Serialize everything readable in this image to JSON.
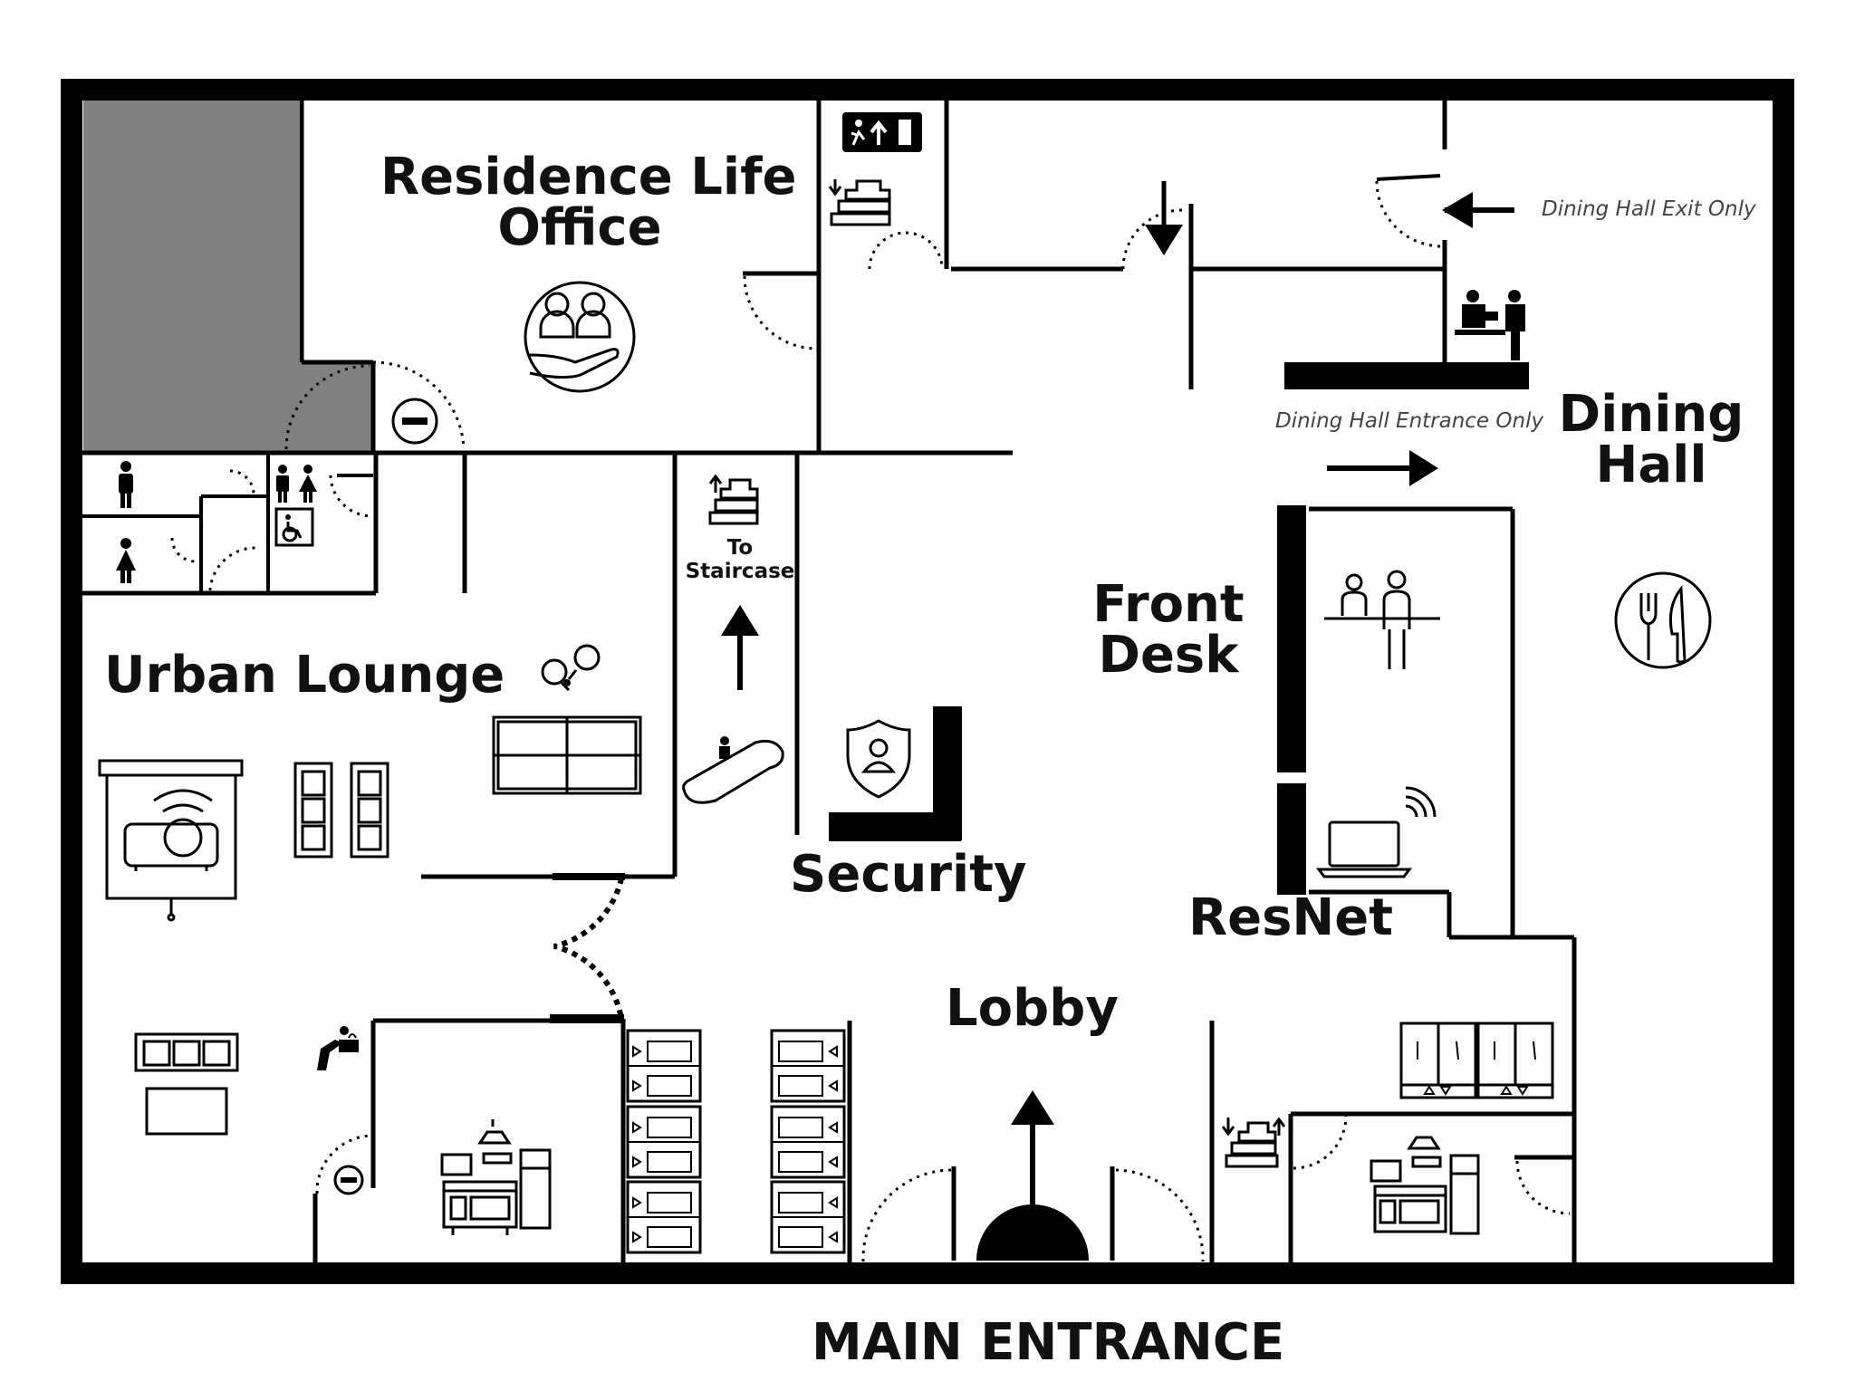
{
  "map": {
    "title": "MAIN ENTRANCE",
    "rooms": {
      "residence_life_office": "Residence Life\nOffice",
      "dining_hall": "Dining\nHall",
      "urban_lounge": "Urban Lounge",
      "front_desk": "Front\nDesk",
      "security": "Security",
      "resnet": "ResNet",
      "lobby": "Lobby"
    },
    "notes": {
      "dining_exit": "Dining Hall Exit Only",
      "dining_entrance": "Dining Hall Entrance Only",
      "to_staircase": "To\nStaircase"
    },
    "colors": {
      "wall": "#000000",
      "restricted_area": "#808080",
      "background": "#ffffff"
    },
    "icons": [
      "emergency-exit-sign-icon",
      "staircase-icon",
      "residence-life-icon",
      "no-entry-icon",
      "mens-restroom-icon",
      "womens-restroom-icon",
      "unisex-restroom-icon",
      "wheelchair-icon",
      "ping-pong-icon",
      "ping-pong-table-icon",
      "projector-screen-icon",
      "couch-icon",
      "coffee-table-icon",
      "water-fountain-icon",
      "kitchen-icon",
      "mailbox-icon",
      "escalator-icon",
      "security-shield-icon",
      "front-desk-staff-icon",
      "laptop-wifi-icon",
      "dining-icon",
      "cashier-icon",
      "elevator-icon",
      "entrance-arrow-icon"
    ]
  }
}
